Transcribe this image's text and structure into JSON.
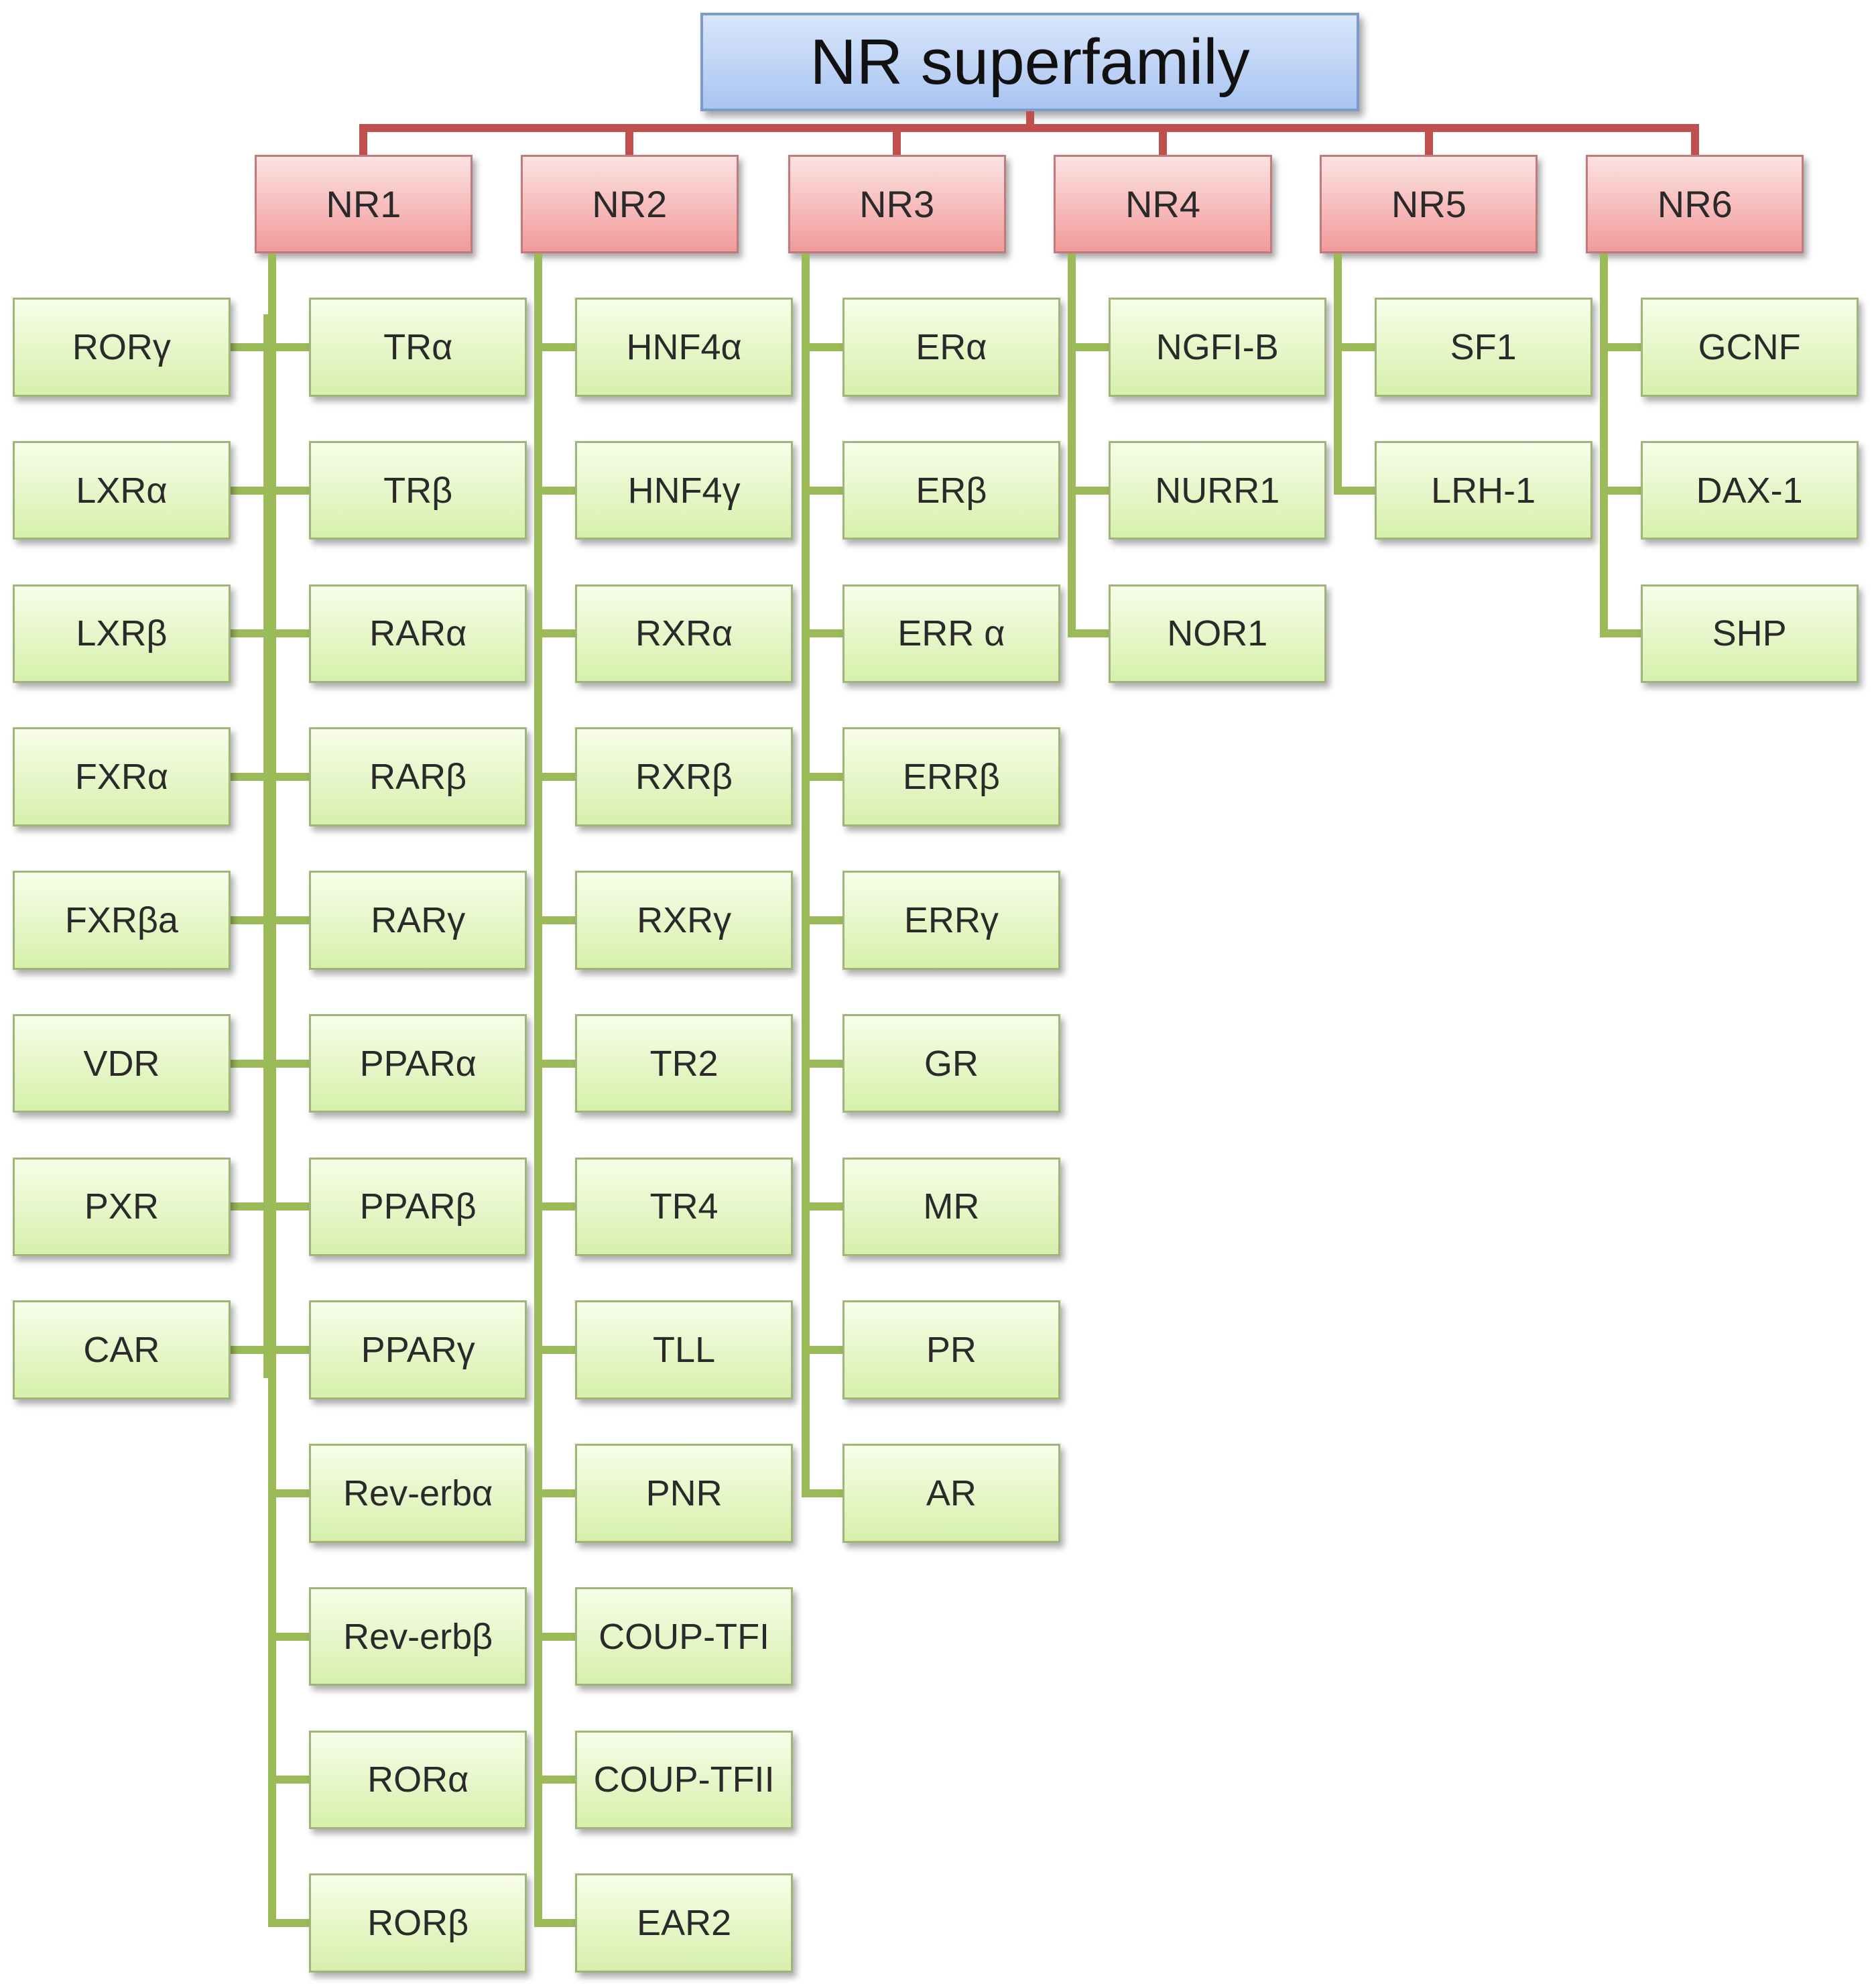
{
  "root": {
    "label": "NR superfamily"
  },
  "families": [
    {
      "label": "NR1",
      "members": [
        "TRα",
        "TRβ",
        "RARα",
        "RARβ",
        "RARγ",
        "PPARα",
        "PPARβ",
        "PPARγ",
        "Rev-erbα",
        "Rev-erbβ",
        "RORα",
        "RORβ"
      ],
      "side_members": [
        "RORγ",
        "LXRα",
        "LXRβ",
        "FXRα",
        "FXRβa",
        "VDR",
        "PXR",
        "CAR"
      ]
    },
    {
      "label": "NR2",
      "members": [
        "HNF4α",
        "HNF4γ",
        "RXRα",
        "RXRβ",
        "RXRγ",
        "TR2",
        "TR4",
        "TLL",
        "PNR",
        "COUP-TFI",
        "COUP-TFII",
        "EAR2"
      ]
    },
    {
      "label": "NR3",
      "members": [
        "ERα",
        "ERβ",
        "ERR α",
        "ERRβ",
        "ERRγ",
        "GR",
        "MR",
        "PR",
        "AR"
      ]
    },
    {
      "label": "NR4",
      "members": [
        "NGFI-B",
        "NURR1",
        "NOR1"
      ]
    },
    {
      "label": "NR5",
      "members": [
        "SF1",
        "LRH-1"
      ]
    },
    {
      "label": "NR6",
      "members": [
        "GCNF",
        "DAX-1",
        "SHP"
      ]
    }
  ],
  "colors": {
    "root_fill": "#bcd3f6",
    "family_fill": "#f6b3b3",
    "member_fill": "#e3f5c5",
    "connector_red": "#c0504d",
    "connector_green": "#9bbb59"
  }
}
